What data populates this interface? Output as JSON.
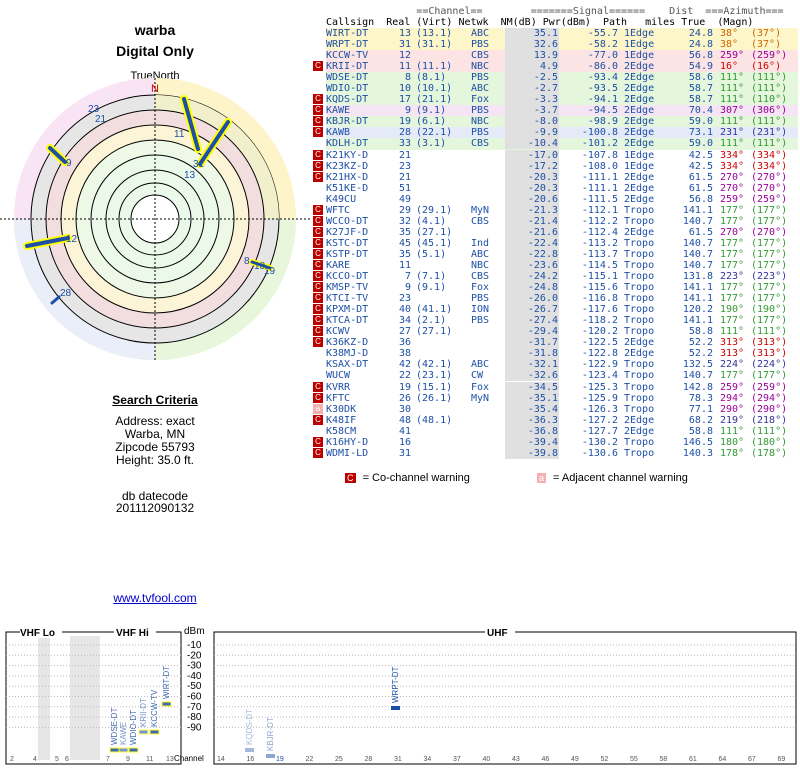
{
  "header": {
    "location": "warba",
    "mode": "Digital Only",
    "north": "TrueNorth",
    "n": "N"
  },
  "criteria": {
    "title": "Search Criteria",
    "address": "Address: exact",
    "city": "Warba, MN",
    "zip": "Zipcode 55793",
    "height": "Height: 35.0 ft.",
    "db": "db datecode",
    "dbval": "201112090132"
  },
  "footer": {
    "link": "www.tvfool.com"
  },
  "table": {
    "head1": "               ==Channel==        =======Signal======    Dist  ===Azimuth===",
    "head2": "Callsign  Real (Virt) Netwk  NM(dB) Pwr(dBm)  Path   miles True  (Magn)",
    "rows": [
      [
        "WIRT-DT",
        "13",
        "(13.1)",
        "ABC",
        "35.1",
        "-55.7",
        "1Edge",
        "24.8",
        "38°",
        "(37°)",
        "",
        "#fdf6c8",
        "#c60"
      ],
      [
        "WRPT-DT",
        "31",
        "(31.1)",
        "PBS",
        "32.6",
        "-58.2",
        "1Edge",
        "24.8",
        "38°",
        "(37°)",
        "",
        "#fdf6c8",
        "#c60"
      ],
      [
        "KCCW-TV",
        "12",
        "",
        "CBS",
        "13.9",
        "-77.0",
        "1Edge",
        "56.8",
        "259°",
        "(259°)",
        "",
        "#fde4e4",
        "#909"
      ],
      [
        "KRII-DT",
        "11",
        "(11.1)",
        "NBC",
        "4.9",
        "-86.0",
        "2Edge",
        "54.9",
        "16°",
        "(16°)",
        "c",
        "#fde4e4",
        "#c00"
      ],
      [
        "WDSE-DT",
        "8",
        "(8.1)",
        "PBS",
        "-2.5",
        "-93.4",
        "2Edge",
        "58.6",
        "111°",
        "(111°)",
        "",
        "#e4f6dc",
        "#393"
      ],
      [
        "WDIO-DT",
        "10",
        "(10.1)",
        "ABC",
        "-2.7",
        "-93.5",
        "2Edge",
        "58.7",
        "111°",
        "(111°)",
        "",
        "#e4f6dc",
        "#393"
      ],
      [
        "KQDS-DT",
        "17",
        "(21.1)",
        "Fox",
        "-3.3",
        "-94.1",
        "2Edge",
        "58.7",
        "111°",
        "(110°)",
        "c",
        "#e4f6dc",
        "#393"
      ],
      [
        "KAWE",
        "9",
        "(9.1)",
        "PBS",
        "-3.7",
        "-94.5",
        "2Edge",
        "70.4",
        "307°",
        "(306°)",
        "c",
        "#f4e4f4",
        "#909"
      ],
      [
        "KBJR-DT",
        "19",
        "(6.1)",
        "NBC",
        "-8.0",
        "-98.9",
        "2Edge",
        "59.0",
        "111°",
        "(111°)",
        "c",
        "#e4f6dc",
        "#393"
      ],
      [
        "KAWB",
        "28",
        "(22.1)",
        "PBS",
        "-9.9",
        "-100.8",
        "2Edge",
        "73.1",
        "231°",
        "(231°)",
        "ca",
        "#e4eaf8",
        "#339"
      ],
      [
        "KDLH-DT",
        "33",
        "(3.1)",
        "CBS",
        "-10.4",
        "-101.2",
        "2Edge",
        "59.0",
        "111°",
        "(111°)",
        "",
        "#e4f6dc",
        "#393"
      ],
      [
        "K21KY-D",
        "21",
        "",
        "",
        "-17.0",
        "-107.8",
        "1Edge",
        "42.5",
        "334°",
        "(334°)",
        "c",
        "#fff",
        "#c00"
      ],
      [
        "K23KZ-D",
        "23",
        "",
        "",
        "-17.2",
        "-108.0",
        "1Edge",
        "42.5",
        "334°",
        "(334°)",
        "c",
        "#fff",
        "#c00"
      ],
      [
        "K21HX-D",
        "21",
        "",
        "",
        "-20.3",
        "-111.1",
        "2Edge",
        "61.5",
        "270°",
        "(270°)",
        "c",
        "#fff",
        "#909"
      ],
      [
        "K51KE-D",
        "51",
        "",
        "",
        "-20.3",
        "-111.1",
        "2Edge",
        "61.5",
        "270°",
        "(270°)",
        "",
        "#fff",
        "#909"
      ],
      [
        "K49CU",
        "49",
        "",
        "",
        "-20.6",
        "-111.5",
        "2Edge",
        "56.8",
        "259°",
        "(259°)",
        "",
        "#fff",
        "#909"
      ],
      [
        "WFTC",
        "29",
        "(29.1)",
        "MyN",
        "-21.3",
        "-112.1",
        "Tropo",
        "141.1",
        "177°",
        "(177°)",
        "ca",
        "#fff",
        "#393"
      ],
      [
        "WCCO-DT",
        "32",
        "(4.1)",
        "CBS",
        "-21.4",
        "-112.2",
        "Tropo",
        "140.7",
        "177°",
        "(177°)",
        "c",
        "#fff",
        "#393"
      ],
      [
        "K27JF-D",
        "35",
        "(27.1)",
        "",
        "-21.6",
        "-112.4",
        "2Edge",
        "61.5",
        "270°",
        "(270°)",
        "c",
        "#fff",
        "#909"
      ],
      [
        "KSTC-DT",
        "45",
        "(45.1)",
        "Ind",
        "-22.4",
        "-113.2",
        "Tropo",
        "140.7",
        "177°",
        "(177°)",
        "c",
        "#fff",
        "#393"
      ],
      [
        "KSTP-DT",
        "35",
        "(5.1)",
        "ABC",
        "-22.8",
        "-113.7",
        "Tropo",
        "140.7",
        "177°",
        "(177°)",
        "c",
        "#fff",
        "#393"
      ],
      [
        "KARE",
        "11",
        "",
        "NBC",
        "-23.6",
        "-114.5",
        "Tropo",
        "140.7",
        "177°",
        "(177°)",
        "c",
        "#fff",
        "#393"
      ],
      [
        "KCCO-DT",
        "7",
        "(7.1)",
        "CBS",
        "-24.2",
        "-115.1",
        "Tropo",
        "131.8",
        "223°",
        "(223°)",
        "c",
        "#fff",
        "#339"
      ],
      [
        "KMSP-TV",
        "9",
        "(9.1)",
        "Fox",
        "-24.8",
        "-115.6",
        "Tropo",
        "141.1",
        "177°",
        "(177°)",
        "c",
        "#fff",
        "#393"
      ],
      [
        "KTCI-TV",
        "23",
        "",
        "PBS",
        "-26.0",
        "-116.8",
        "Tropo",
        "141.1",
        "177°",
        "(177°)",
        "c",
        "#fff",
        "#393"
      ],
      [
        "KPXM-DT",
        "40",
        "(41.1)",
        "ION",
        "-26.7",
        "-117.6",
        "Tropo",
        "120.2",
        "190°",
        "(190°)",
        "c",
        "#fff",
        "#393"
      ],
      [
        "KTCA-DT",
        "34",
        "(2.1)",
        "PBS",
        "-27.4",
        "-118.2",
        "Tropo",
        "141.1",
        "177°",
        "(177°)",
        "c",
        "#fff",
        "#393"
      ],
      [
        "KCWV",
        "27",
        "(27.1)",
        "",
        "-29.4",
        "-120.2",
        "Tropo",
        "58.8",
        "111°",
        "(111°)",
        "c",
        "#fff",
        "#393"
      ],
      [
        "K36KZ-D",
        "36",
        "",
        "",
        "-31.7",
        "-122.5",
        "2Edge",
        "52.2",
        "313°",
        "(313°)",
        "c",
        "#fff",
        "#c00"
      ],
      [
        "K38MJ-D",
        "38",
        "",
        "",
        "-31.8",
        "-122.8",
        "2Edge",
        "52.2",
        "313°",
        "(313°)",
        "",
        "#fff",
        "#c00"
      ],
      [
        "KSAX-DT",
        "42",
        "(42.1)",
        "ABC",
        "-32.1",
        "-122.9",
        "Tropo",
        "132.5",
        "224°",
        "(224°)",
        "",
        "#fff",
        "#339"
      ],
      [
        "WUCW",
        "22",
        "(23.1)",
        "CW",
        "-32.6",
        "-123.4",
        "Tropo",
        "140.7",
        "177°",
        "(177°)",
        "",
        "#fff",
        "#393"
      ],
      [
        "KVRR",
        "19",
        "(15.1)",
        "Fox",
        "-34.5",
        "-125.3",
        "Tropo",
        "142.8",
        "259°",
        "(259°)",
        "ca",
        "#fff",
        "#909"
      ],
      [
        "KFTC",
        "26",
        "(26.1)",
        "MyN",
        "-35.1",
        "-125.9",
        "Tropo",
        "78.3",
        "294°",
        "(294°)",
        "ca",
        "#fff",
        "#909"
      ],
      [
        "K30DK",
        "30",
        "",
        "",
        "-35.4",
        "-126.3",
        "Tropo",
        "77.1",
        "290°",
        "(290°)",
        "a",
        "#fff",
        "#909"
      ],
      [
        "K48IF",
        "48",
        "(48.1)",
        "",
        "-36.3",
        "-127.2",
        "2Edge",
        "68.2",
        "219°",
        "(218°)",
        "ca",
        "#fff",
        "#339"
      ],
      [
        "K58CM",
        "41",
        "",
        "",
        "-36.8",
        "-127.7",
        "2Edge",
        "58.8",
        "111°",
        "(111°)",
        "",
        "#fff",
        "#393"
      ],
      [
        "K16HY-D",
        "16",
        "",
        "",
        "-39.4",
        "-130.2",
        "Tropo",
        "146.5",
        "180°",
        "(180°)",
        "ca",
        "#fff",
        "#393"
      ],
      [
        "WDMI-LD",
        "31",
        "",
        "",
        "-39.8",
        "-130.6",
        "Tropo",
        "140.3",
        "178°",
        "(178°)",
        "ca",
        "#fff",
        "#393"
      ]
    ]
  },
  "legend": {
    "c": "C",
    "cw": "= Co-channel warning",
    "a": "a",
    "aw": "= Adjacent channel warning"
  },
  "spectrum": {
    "vhflo": "VHF Lo",
    "vhfhi": "VHF Hi",
    "dbm": "dBm",
    "uhf": "UHF",
    "channel": "Channel",
    "dbticks": [
      "-10",
      "-20",
      "-30",
      "-40",
      "-50",
      "-60",
      "-70",
      "-80",
      "-90"
    ],
    "lo_ticks": [
      "2",
      "4",
      "5",
      "6"
    ],
    "hi_ticks": [
      "7",
      "9",
      "11",
      "13"
    ],
    "uhf_ticks": [
      "14",
      "16",
      "19",
      "22",
      "25",
      "28",
      "31",
      "34",
      "37",
      "40",
      "43",
      "46",
      "49",
      "52",
      "55",
      "58",
      "61",
      "64",
      "67",
      "69"
    ],
    "labels": [
      "WDSE-DT",
      "KAWE",
      "WDIO-DT",
      "KRII-DT",
      "KCCW-TV",
      "WIRT-DT",
      "KQDS-DT",
      "KBJR-DT",
      "WRPT-DT"
    ]
  }
}
